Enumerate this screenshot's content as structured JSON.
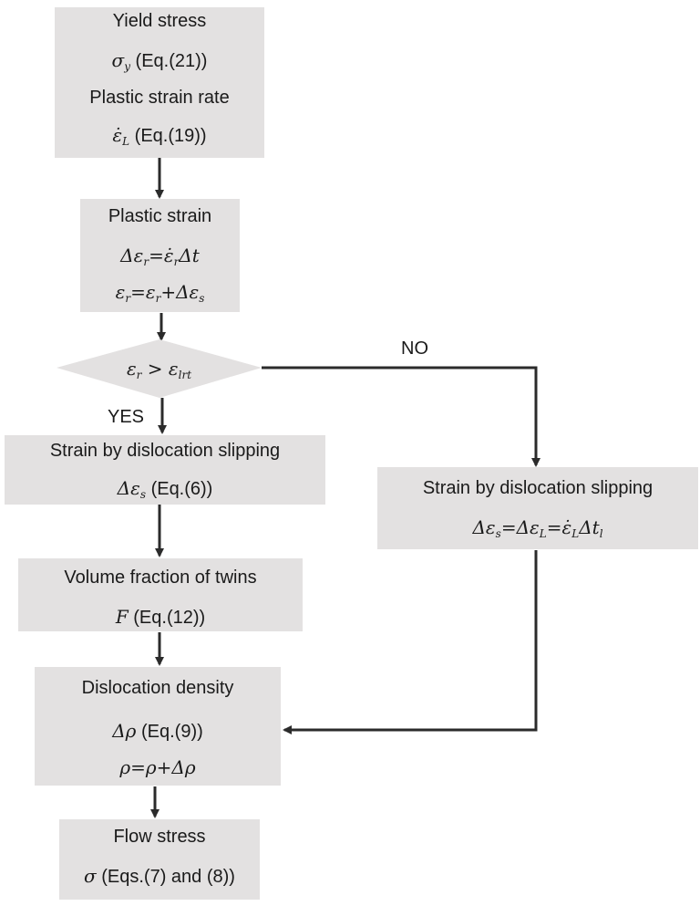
{
  "box1": {
    "title": "Yield stress",
    "sym": "σ",
    "sub": "y",
    "eq": "(Eq.(21))",
    "title2": "Plastic strain rate",
    "sym2": "ε̇",
    "sub2": "L",
    "eq2": "(Eq.(19))"
  },
  "box2": {
    "title": "Plastic strain",
    "eq1": {
      "a": "Δε",
      "asub": "r",
      "b": "=ε̇",
      "bsub": "r",
      "c": "Δt"
    },
    "eq2": {
      "a": "ε",
      "asub": "r",
      "b": "=ε",
      "bsub": "r",
      "c": "+Δε",
      "csub": "s"
    }
  },
  "decision": {
    "a": "ε",
    "asub": "r",
    "b": " > ε",
    "bsub": "lrt"
  },
  "labels": {
    "yes": "YES",
    "no": "NO"
  },
  "box3": {
    "title": "Strain by dislocation slipping",
    "sym": "Δε",
    "sub": "s",
    "eq": "(Eq.(6))"
  },
  "box4": {
    "title": "Volume fraction of twins",
    "sym": "F",
    "eq": "(Eq.(12))"
  },
  "box5": {
    "title": "Strain by dislocation slipping",
    "eq": {
      "a": "Δε",
      "asub": "s",
      "b": "=Δε",
      "bsub": "L",
      "c": "=ε̇",
      "csub": "L",
      "d": "Δt",
      "dsub": "l"
    }
  },
  "box6": {
    "title": "Dislocation density",
    "sym": "Δρ",
    "eq": "(Eq.(9))",
    "eq2": "ρ=ρ+Δρ"
  },
  "box7": {
    "title": "Flow stress",
    "sym": "σ",
    "eq": "(Eqs.(7) and (8))"
  },
  "colors": {
    "box_fill": "#e3e1e1",
    "line": "#2b2b2b"
  }
}
